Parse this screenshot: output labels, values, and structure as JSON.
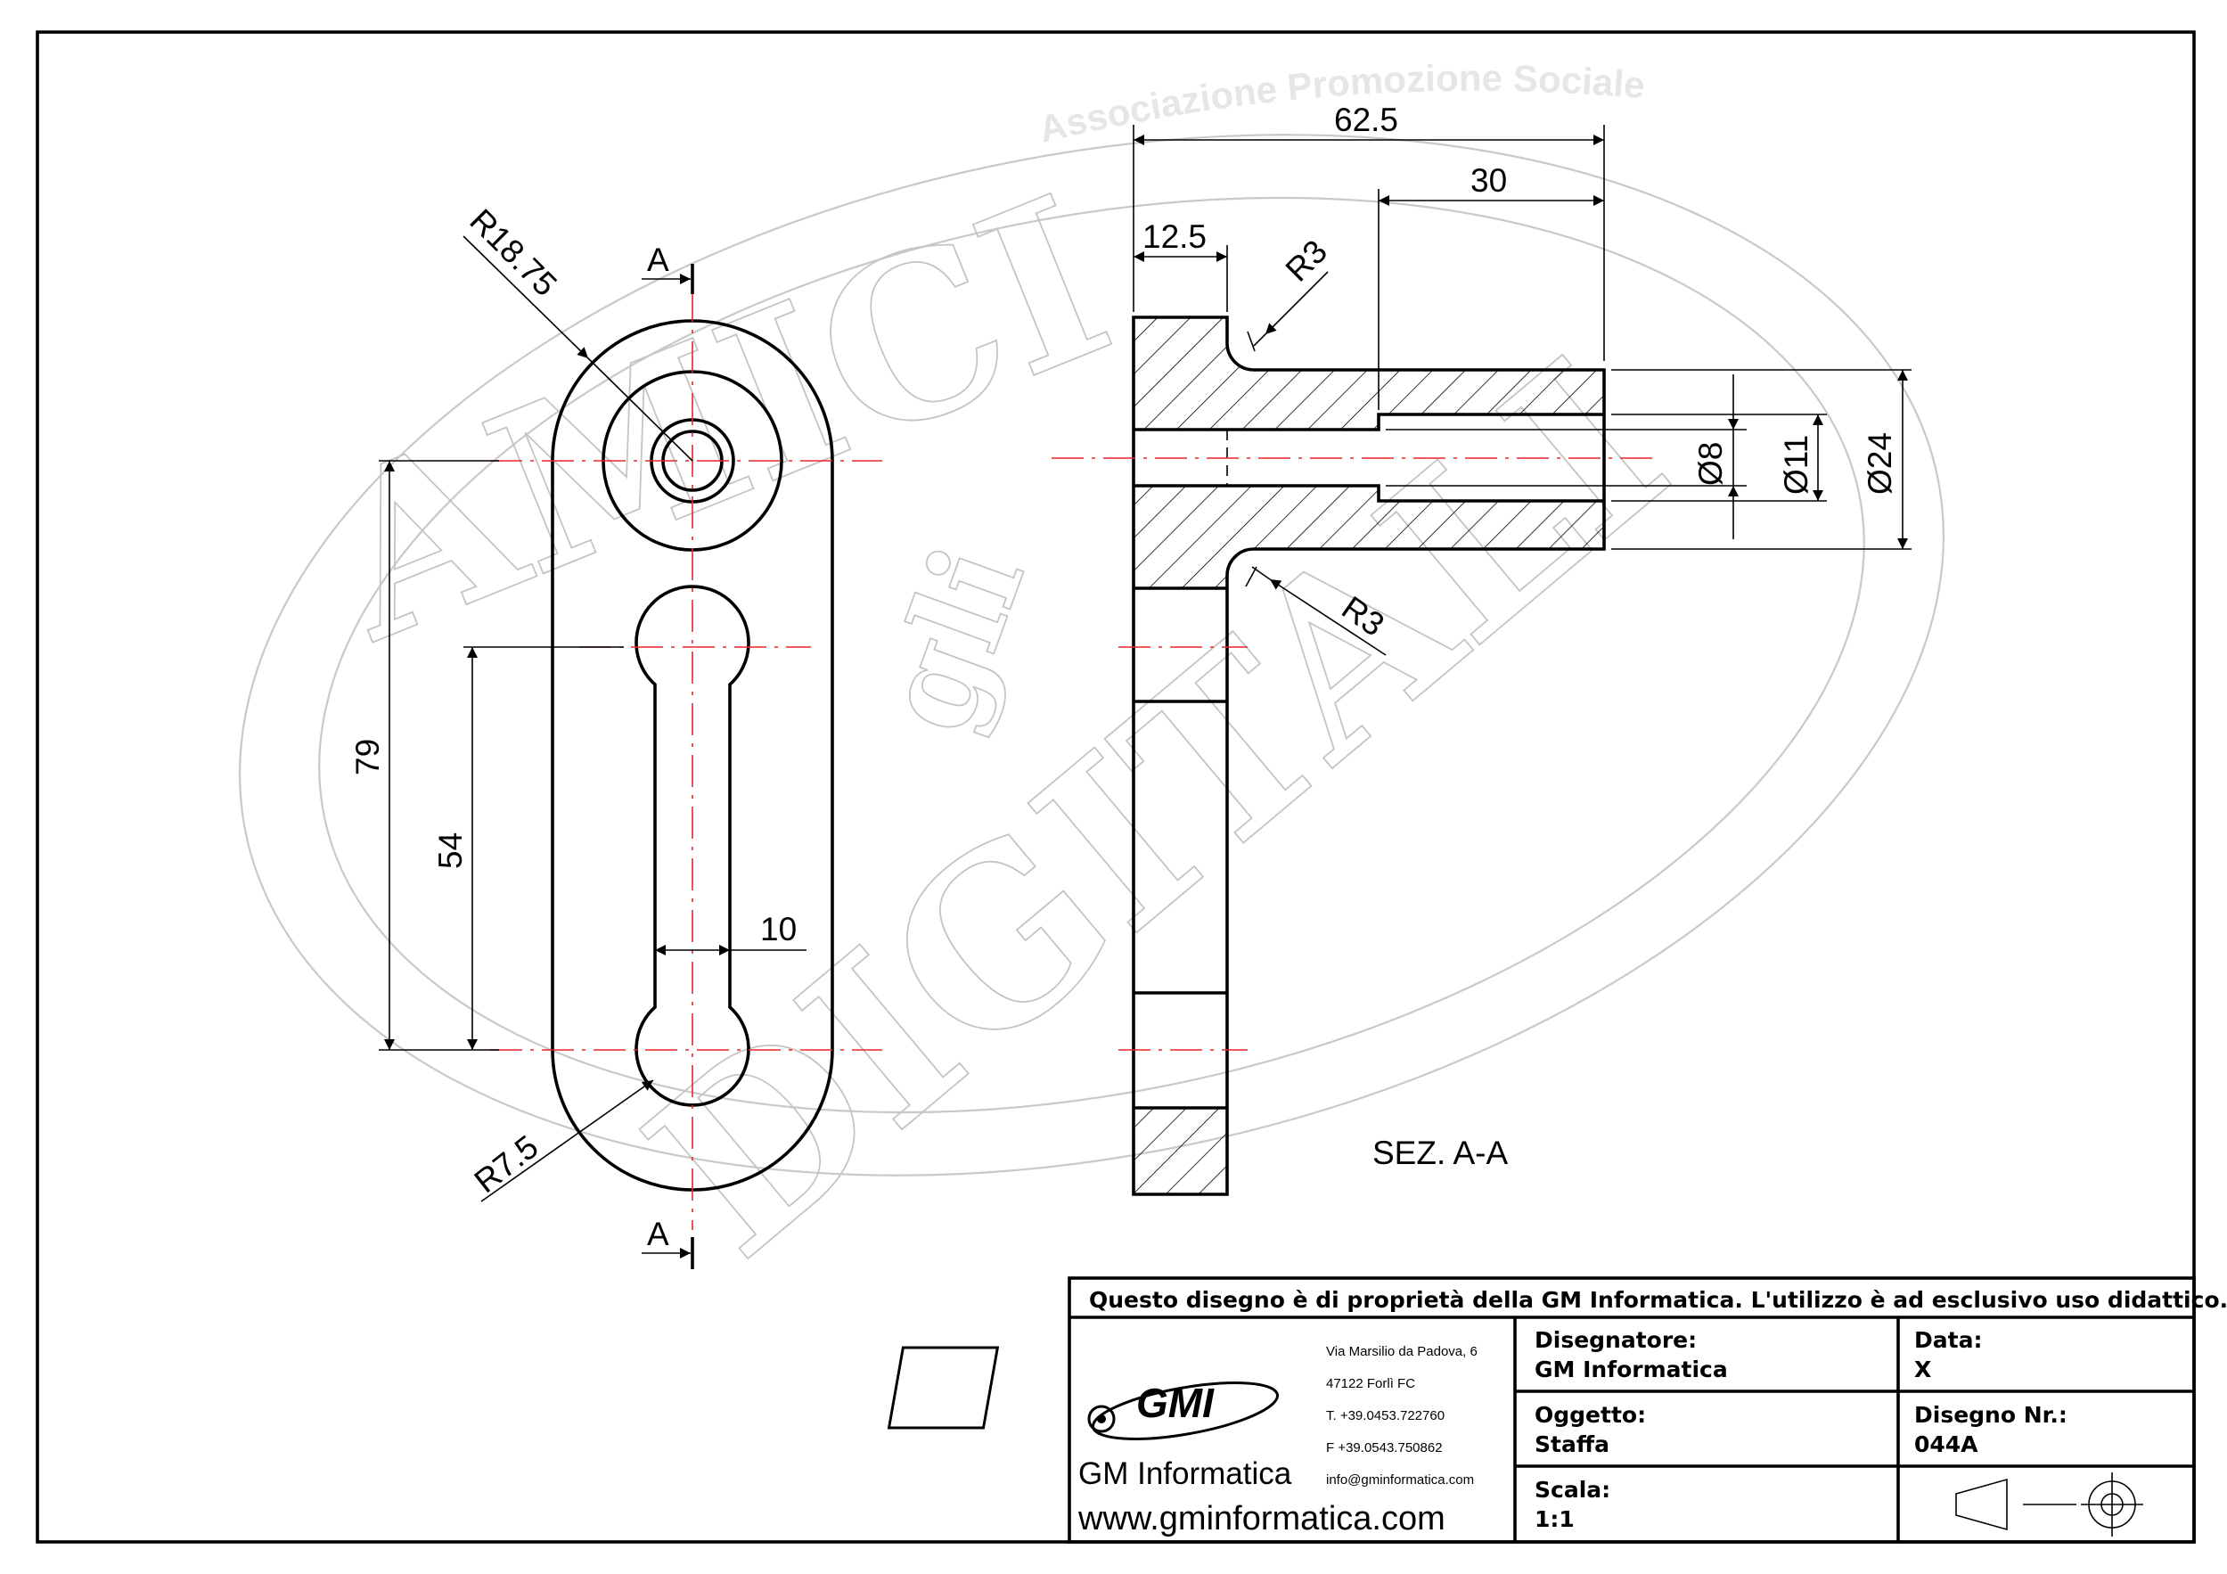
{
  "watermark": {
    "arc_text": "Associazione Promozione Sociale",
    "word_top": "AMICI",
    "word_mid": "gli",
    "word_bottom": "DIGITALI"
  },
  "front_view": {
    "section_mark": "A",
    "dims": {
      "outer_radius": "R18.75",
      "slot_radius": "R7.5",
      "slot_width": "10",
      "center_distance": "79",
      "slot_length": "54"
    }
  },
  "section_view": {
    "title": "SEZ. A-A",
    "dims": {
      "overall_length": "62.5",
      "boss_length": "30",
      "plate_thickness": "12.5",
      "fillet_top": "R3",
      "fillet_bottom": "R3",
      "bore_small": "Ø8",
      "bore_large": "Ø11",
      "boss_diameter": "Ø24"
    }
  },
  "title_block": {
    "notice": "Questo disegno è di proprietà della GM Informatica. L'utilizzo è ad esclusivo uso didattico.",
    "logo_text": "GMI",
    "company_name": "GM Informatica",
    "website": "www.gminformatica.com",
    "address_line1": "Via Marsilio da Padova, 6",
    "address_line2": "47122  Forlì  FC",
    "phone": "T. +39.0453.722760",
    "fax": "F +39.0543.750862",
    "email": "info@gminformatica.com",
    "designer_label": "Disegnatore:",
    "designer_value": "GM  Informatica",
    "date_label": "Data:",
    "date_value": "X",
    "object_label": "Oggetto:",
    "object_value": "Staffa",
    "drawing_no_label": "Disegno  Nr.:",
    "drawing_no_value": "044A",
    "scale_label": "Scala:",
    "scale_value": "1:1",
    "projection_icon": "first-angle-projection-symbol"
  },
  "colors": {
    "line": "#000000",
    "centerline": "#e8262a",
    "watermark": "#c9c9c9"
  }
}
